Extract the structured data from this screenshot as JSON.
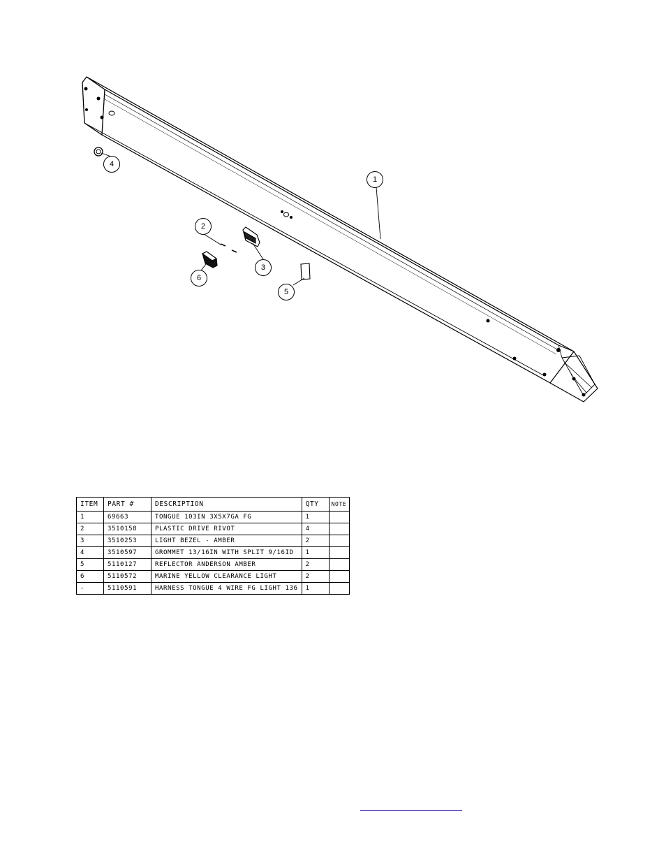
{
  "drawing": {
    "balloons": [
      {
        "id": "balloon-1",
        "label": "1"
      },
      {
        "id": "balloon-2",
        "label": "2"
      },
      {
        "id": "balloon-3",
        "label": "3"
      },
      {
        "id": "balloon-4",
        "label": "4"
      },
      {
        "id": "balloon-5",
        "label": "5"
      },
      {
        "id": "balloon-6",
        "label": "6"
      }
    ]
  },
  "bom": {
    "headers": [
      "ITEM",
      "PART #",
      "DESCRIPTION",
      "QTY",
      "NOTE"
    ],
    "rows": [
      {
        "item": "1",
        "part": "69663",
        "description": "TONGUE 103IN 3X5X7GA FG",
        "qty": "1",
        "note": ""
      },
      {
        "item": "2",
        "part": "3510158",
        "description": "PLASTIC DRIVE RIVOT",
        "qty": "4",
        "note": ""
      },
      {
        "item": "3",
        "part": "3510253",
        "description": "LIGHT BEZEL - AMBER",
        "qty": "2",
        "note": ""
      },
      {
        "item": "4",
        "part": "3510597",
        "description": "GROMMET 13/16IN  WITH SPLIT 9/16ID",
        "qty": "1",
        "note": ""
      },
      {
        "item": "5",
        "part": "5110127",
        "description": "REFLECTOR ANDERSON AMBER",
        "qty": "2",
        "note": ""
      },
      {
        "item": "6",
        "part": "5110572",
        "description": "MARINE YELLOW CLEARANCE LIGHT",
        "qty": "2",
        "note": ""
      },
      {
        "item": "-",
        "part": "5110591",
        "description": "HARNESS TONGUE 4 WIRE FG LIGHT 136",
        "qty": "1",
        "note": ""
      }
    ]
  },
  "footer": {
    "link_text": ""
  }
}
